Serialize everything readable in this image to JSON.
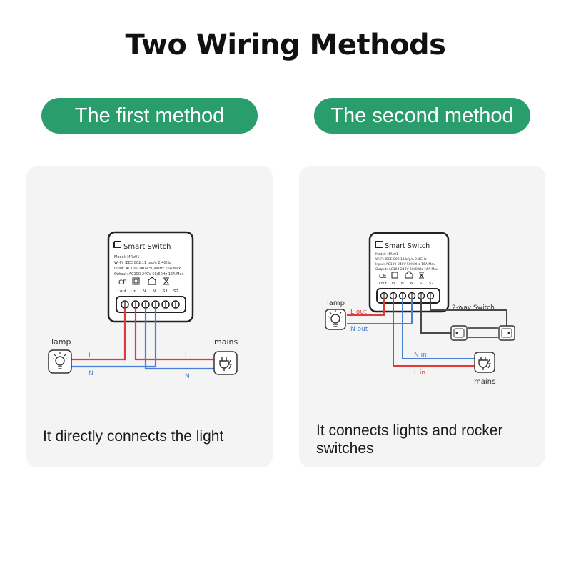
{
  "title": "Two Wiring Methods",
  "method1": {
    "pill": "The first method",
    "caption": "It directly connects the light",
    "device": {
      "brand": "Smart Switch",
      "model": "Model: MRx01",
      "wifi": "Wi-Fi: IEEE  802.11  b/g/n 2.4GHz",
      "input": "Input: AC100-240V  50/60Hz  16A Max",
      "output": "Output: AC100-240V  50/60Hz  16A Max",
      "terminals": [
        "Lout",
        "Lin",
        "N",
        "N",
        "S1",
        "S2"
      ]
    },
    "lamp_label": "lamp",
    "mains_label": "mains",
    "wire_L_left": "L",
    "wire_L_right": "L",
    "wire_N_left": "N",
    "wire_N_right": "N"
  },
  "method2": {
    "pill": "The second method",
    "caption": "It connects lights and rocker switches",
    "device": {
      "brand": "Smart Switch",
      "model": "Model: MRx01",
      "wifi": "Wi-Fi: IEEE  802.11  b/g/n 2.4GHz",
      "input": "Input: AC100-240V  50/60Hz  16A Max",
      "output": "Output: AC100-240V  50/60Hz  16A Max",
      "terminals": [
        "Lout",
        "Lin",
        "N",
        "N",
        "S1",
        "S2"
      ]
    },
    "lamp_label": "lamp",
    "mains_label": "mains",
    "l_out": "L out",
    "n_out": "N out",
    "n_in": "N in",
    "l_in": "L in",
    "switch_label": "2-way Switch"
  },
  "colors": {
    "green": "#2a9d6c",
    "red": "#e23a3a",
    "blue": "#4a7fd8",
    "gray": "#4a4a4a"
  }
}
